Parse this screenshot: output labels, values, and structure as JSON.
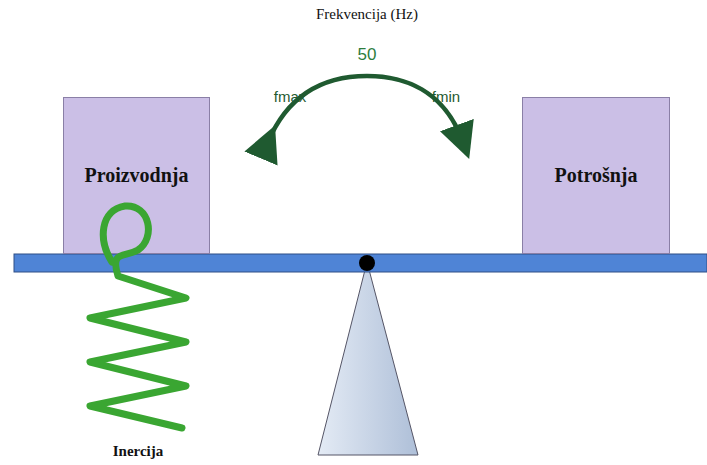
{
  "diagram": {
    "nodes": [
      {
        "text": [
          "Proizvodnja"
        ]
      },
      {
        "text": [
          "Potrošnja"
        ]
      }
    ],
    "labels": [
      "Frekvencija (Hz)",
      "50",
      "fmax",
      "fmin",
      "Inercija"
    ]
  }
}
